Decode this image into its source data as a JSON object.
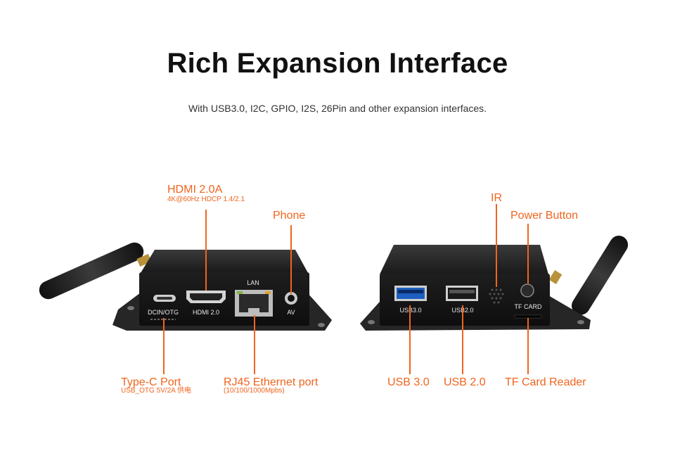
{
  "header": {
    "title": "Rich Expansion Interface",
    "subtitle": "With USB3.0, I2C, GPIO, I2S, 26Pin and other expansion interfaces."
  },
  "accent_color": "#f0641e",
  "left_device": {
    "callouts": {
      "hdmi": {
        "label": "HDMI 2.0A",
        "detail": "4K@60Hz HDCP 1.4/2.1"
      },
      "phone": {
        "label": "Phone"
      },
      "typec": {
        "label": "Type-C Port",
        "detail": "USB_OTG 5V/2A 供电"
      },
      "rj45": {
        "label": "RJ45 Ethernet port",
        "detail": "(10/100/1000Mpbs)"
      }
    },
    "port_labels": {
      "dcin": "DCIN/OTG",
      "hdmi": "HDMI 2.0",
      "lan": "LAN",
      "av": "AV"
    }
  },
  "right_device": {
    "callouts": {
      "ir": {
        "label": "IR"
      },
      "power": {
        "label": "Power Button"
      },
      "usb3": {
        "label": "USB 3.0"
      },
      "usb2": {
        "label": "USB 2.0"
      },
      "tf": {
        "label": "TF Card Reader"
      }
    },
    "port_labels": {
      "usb3": "USB3.0",
      "usb2": "USB2.0",
      "tf": "TF CARD"
    }
  }
}
